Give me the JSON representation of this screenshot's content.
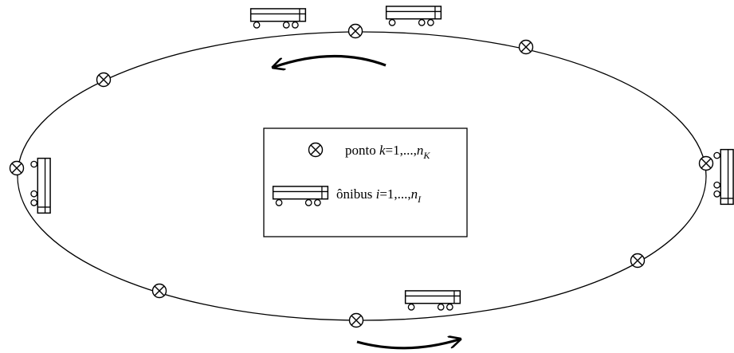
{
  "legend": {
    "stop": {
      "word": "ponto",
      "var": "k",
      "range": "=1,...,",
      "n": "n",
      "sub": "K"
    },
    "bus": {
      "word": "ônibus",
      "var": "i",
      "range": "=1,...,",
      "n": "n",
      "sub": "I"
    }
  },
  "icons": {
    "stop": "stop-marker-icon",
    "bus": "bus-icon",
    "direction": "curved-arrow-icon"
  },
  "colors": {
    "line": "#000000",
    "background": "#ffffff"
  }
}
